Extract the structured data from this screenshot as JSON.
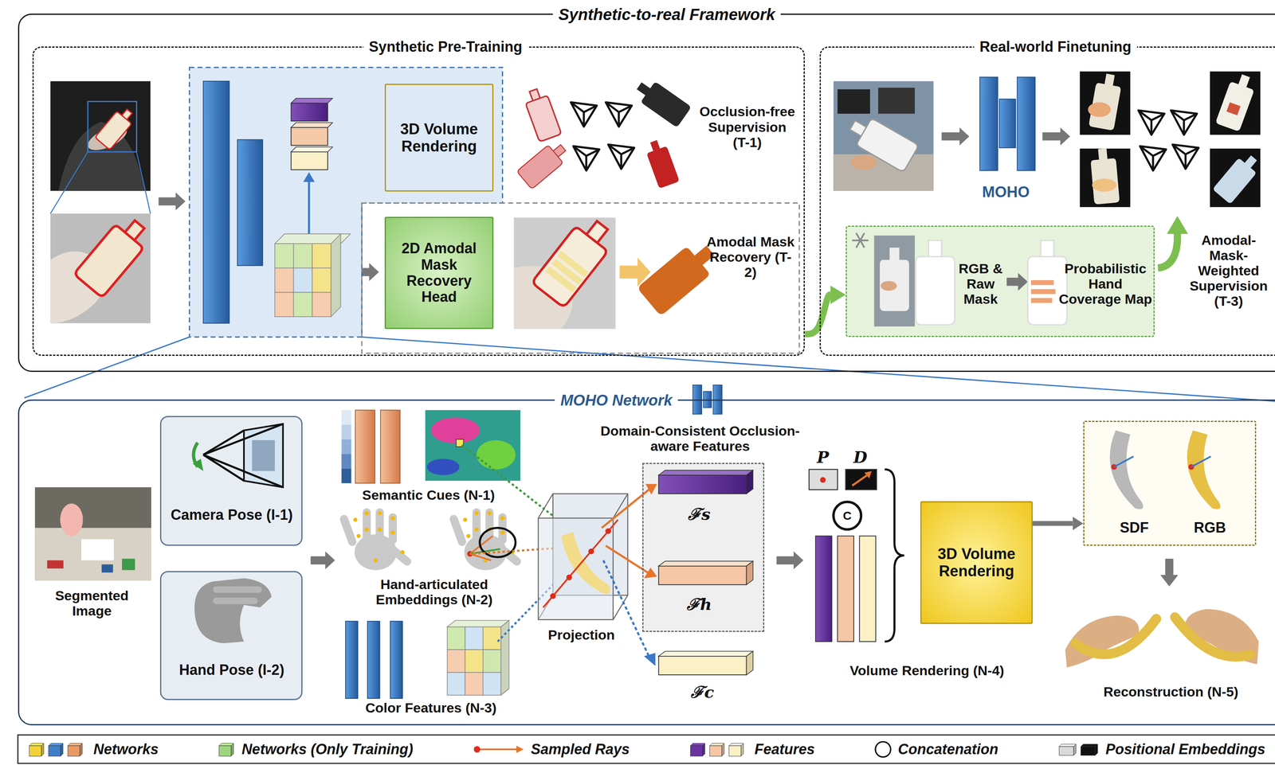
{
  "diagram": {
    "nodes": [
      {
        "text": [
          "Synthetic-to-real Framework"
        ]
      },
      {
        "text": [
          "Synthetic Pre-Training"
        ],
        "in": 0
      },
      {
        "text": [
          "Real-world Finetuning"
        ],
        "in": 0
      },
      {
        "text": [
          "3D Volume Rendering"
        ],
        "in": 1
      },
      {
        "text": [
          "2D Amodal Mask Recovery Head"
        ],
        "in": 1
      },
      {
        "text": [
          "RGB & Raw Mask",
          "Probabilistic Hand Coverage Map"
        ],
        "in": 2
      },
      {
        "text": [
          "MOHO Network"
        ]
      },
      {
        "text": [
          "Camera Pose (I-1)"
        ],
        "in": 6
      },
      {
        "text": [
          "Hand Pose (I-2)"
        ],
        "in": 6
      },
      {
        "text": [
          "Domain-Consistent Occlusion-aware Features",
          "ℱs",
          "ℱh"
        ],
        "in": 6
      },
      {
        "text": [
          "3D Volume Rendering"
        ],
        "in": 6
      },
      {
        "text": [
          "SDF",
          "RGB"
        ],
        "in": 6
      }
    ],
    "edges": [
      {
        "from": 1,
        "to": 5,
        "arrow": "to"
      },
      {
        "from": 10,
        "to": 11,
        "arrow": "to"
      }
    ],
    "labels": [
      "Occlusion-free Supervision (T-1)",
      "Amodal Mask Recovery (T-2)",
      "MOHO",
      "Amodal-Mask-Weighted Supervision (T-3)",
      "Segmented Image",
      "Semantic Cues (N-1)",
      "Hand-articulated Embeddings (N-2)",
      "Color Features (N-3)",
      "Projection",
      "ℱc",
      "P",
      "D",
      "C",
      "Volume Rendering (N-4)",
      "Reconstruction (N-5)",
      "C"
    ],
    "legend": [
      {
        "text": "Networks"
      },
      {
        "text": "Networks (Only Training)"
      },
      {
        "text": "Sampled Rays"
      },
      {
        "text": "Features"
      },
      {
        "text": "Concatenation"
      },
      {
        "text": "Positional Embeddings"
      }
    ]
  }
}
